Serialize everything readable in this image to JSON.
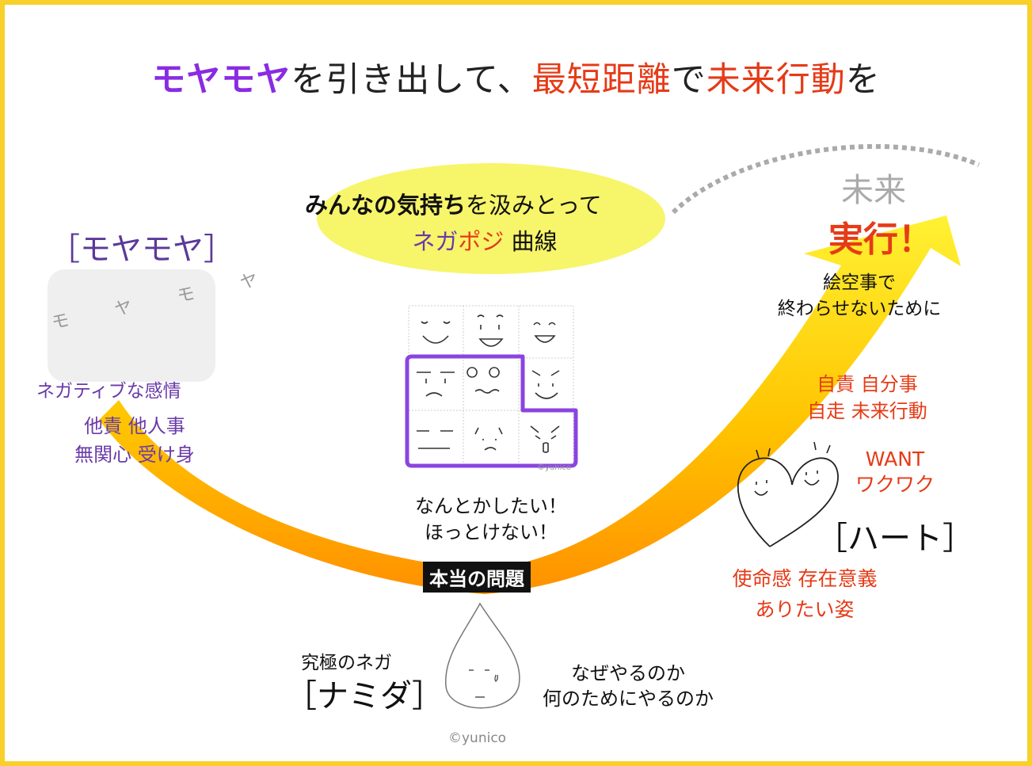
{
  "title": {
    "moya": "モヤモヤ",
    "part1": "を引き出して、",
    "shortest": "最短距離",
    "part2": "で",
    "future_action": "未来行動",
    "part3": "を"
  },
  "left": {
    "heading": "［モヤモヤ］",
    "cloud_scribble": "モ ヤ モ ヤ",
    "negative_emotion": "ネガティブな感情",
    "traits": [
      "他責 他人事",
      "無関心 受け身"
    ]
  },
  "bubble": {
    "feelings": "みんなの気持ち",
    "scoop": "を汲みとって",
    "nega": "ネガ",
    "posi": "ポジ",
    "curve": " 曲線"
  },
  "grid": {
    "copyright": "©yunico"
  },
  "center": {
    "want_to_do": [
      "なんとかしたい！",
      "ほっとけない！"
    ],
    "real_problem": "本当の問題"
  },
  "bottom": {
    "ultimate_neg": "究極のネガ",
    "tear_heading": "［ナミダ］",
    "why": [
      "なぜやるのか",
      "何のためにやるのか"
    ],
    "copyright": "©yunico"
  },
  "right": {
    "future": "未来",
    "execute": "実行！",
    "not_pipe_dream": [
      "絵空事で",
      "終わらせないために"
    ],
    "ownership": [
      "自責 自分事",
      "自走 未来行動"
    ],
    "want": [
      "WANT",
      "ワクワク"
    ],
    "heart_heading": "［ハート］",
    "mission": [
      "使命感 存在意義",
      "ありたい姿"
    ]
  },
  "colors": {
    "frame": "#f9cf2a",
    "purple": "#8a2be2",
    "red": "#e53b17",
    "bubble": "#f7f56a",
    "arrow_top": "#fff233",
    "arrow_bottom": "#ff9a00"
  }
}
